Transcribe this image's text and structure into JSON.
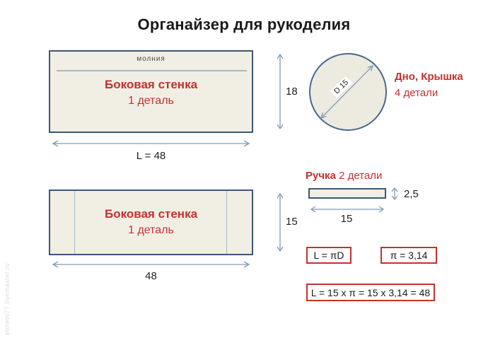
{
  "title": "Органайзер для рукоделия",
  "colors": {
    "accent_red": "#c23230",
    "shape_fill": "#f1efe4",
    "shape_border": "#3d5674",
    "arrow": "#7f9ab6",
    "formula_border": "#c9302c"
  },
  "side_wall_top": {
    "zipper_label": "молния",
    "name": "Боковая стенка",
    "count": "1 деталь",
    "height_dim": "18",
    "length_dim": "L = 48"
  },
  "lid": {
    "diameter_label": "D 15",
    "name": "Дно, Крышка",
    "count": "4 детали"
  },
  "side_wall_bottom": {
    "name": "Боковая стенка",
    "count": "1 деталь",
    "height_dim": "15",
    "length_dim": "48"
  },
  "handle": {
    "name": "Ручка",
    "count": "2 детали",
    "height_dim": "2,5",
    "length_dim": "15"
  },
  "formulas": {
    "circumference": "L = πD",
    "pi": "π = 3,14",
    "calculation": "L = 15 x π = 15 x 3,14 = 48"
  },
  "watermark": "etoleto77.livemaster.ru"
}
